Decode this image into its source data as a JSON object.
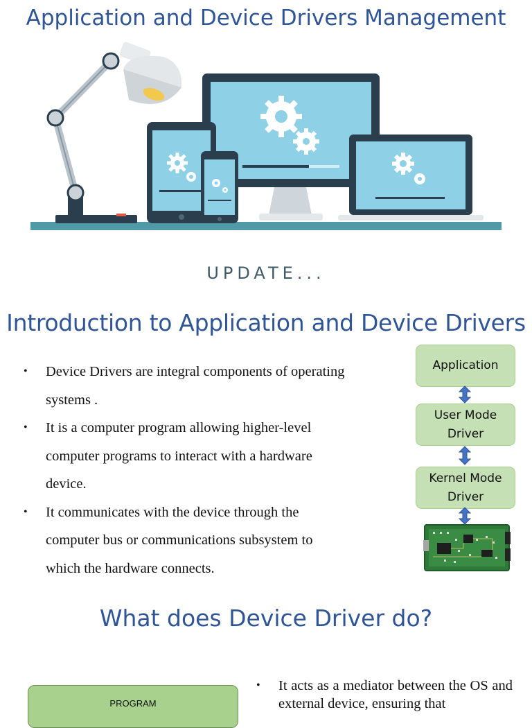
{
  "titles": {
    "main": "Application and Device Drivers Management",
    "intro": "Introduction to Application and Device Drivers",
    "what": "What does Device Driver do?"
  },
  "hero": {
    "caption": "UPDATE..."
  },
  "intro_bullets": [
    "Device Drivers are integral components of operating systems .",
    "It is a computer program allowing higher-level computer programs to interact with a hardware device.",
    " It communicates with the device through the computer bus or communications subsystem to which the hardware connects."
  ],
  "diagram": {
    "boxes": [
      "Application",
      "User Mode Driver",
      "Kernel Mode Driver"
    ],
    "box_color": "#c5e0b4",
    "arrow_color": "#4472c4"
  },
  "what_section": {
    "program_label": "PROGRAM",
    "bullets": [
      "It acts as a mediator between the OS and external device, ensuring that"
    ]
  },
  "colors": {
    "title": "#2f5597",
    "screen": "#8ed1e6",
    "device_frame": "#2a3e4d"
  }
}
